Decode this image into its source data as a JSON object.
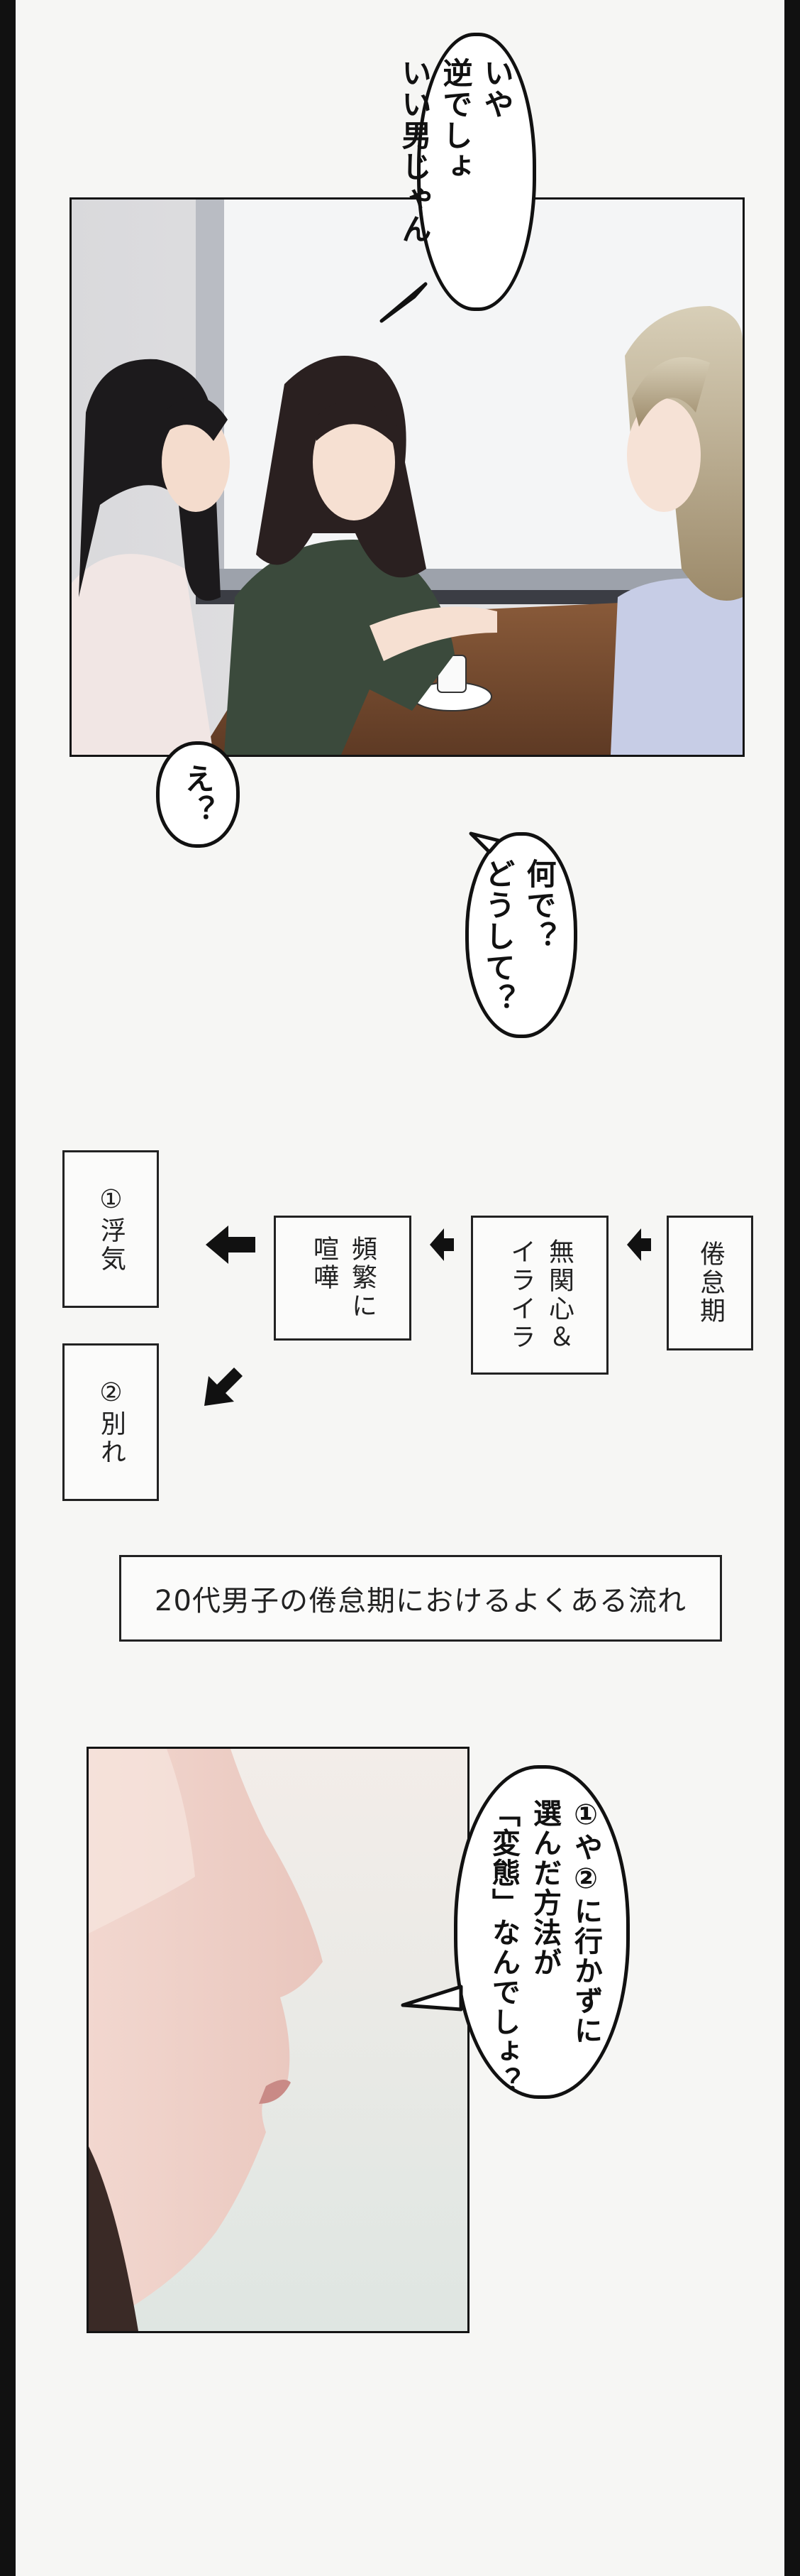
{
  "panel1": {
    "bubble_top": "いや\n逆でしょ\nいい男じゃん",
    "bubble_bottom": "え？"
  },
  "bubble_mid": "何で？\nどうして？",
  "flow": {
    "boxes": [
      "倦怠期",
      "無関心＆\nイライラ",
      "頻繁に\n喧嘩",
      "①浮気",
      "②別れ"
    ]
  },
  "caption": "20代男子の倦怠期におけるよくある流れ",
  "panel2": {
    "bubble": "①や②に行かずに\n選んだ方法が\n「変態」なんでしょ？"
  }
}
